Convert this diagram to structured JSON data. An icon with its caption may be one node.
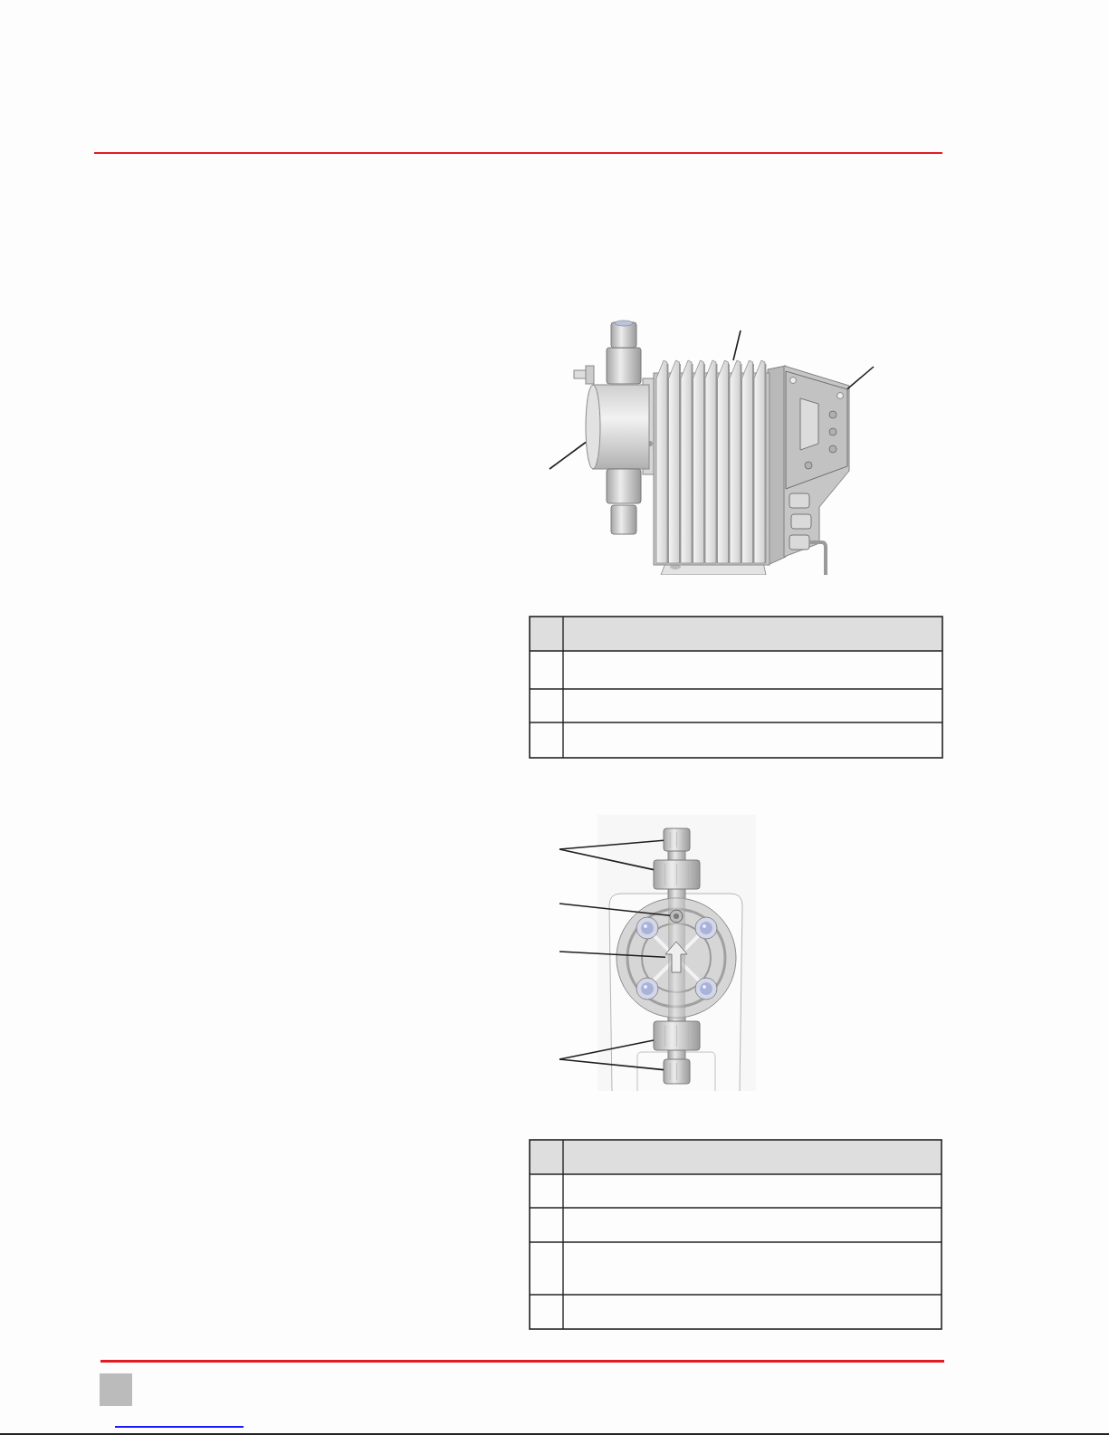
{
  "diagram": {
    "nodes": [
      {
        "text": [],
        "shape": "picture"
      },
      {
        "text": [],
        "shape": "picture",
        "in": 0
      },
      {
        "text": [],
        "shape": "picture",
        "in": 0
      },
      {
        "text": [],
        "shape": "picture",
        "in": 0
      },
      {
        "text": [],
        "shape": "picture"
      },
      {
        "text": [],
        "shape": "picture",
        "in": 4
      },
      {
        "text": [],
        "shape": "picture",
        "in": 4
      },
      {
        "text": [],
        "shape": "picture",
        "in": 4
      },
      {
        "text": [],
        "shape": "picture",
        "in": 4
      },
      {
        "text": [],
        "shape": "picture",
        "in": 4
      },
      {
        "text": [],
        "shape": "picture",
        "in": 4
      }
    ],
    "edges": [
      {
        "from": null,
        "to": 1,
        "arrow": "none"
      },
      {
        "from": null,
        "to": 2,
        "arrow": "none"
      },
      {
        "from": null,
        "to": 3,
        "arrow": "none"
      },
      {
        "from": null,
        "to": 5,
        "arrow": "none"
      },
      {
        "from": null,
        "to": 6,
        "arrow": "none"
      },
      {
        "from": null,
        "to": 7,
        "arrow": "none"
      },
      {
        "from": null,
        "to": 8,
        "arrow": "none"
      },
      {
        "from": null,
        "to": 9,
        "arrow": "none"
      },
      {
        "from": null,
        "to": 10,
        "arrow": "none"
      }
    ]
  }
}
